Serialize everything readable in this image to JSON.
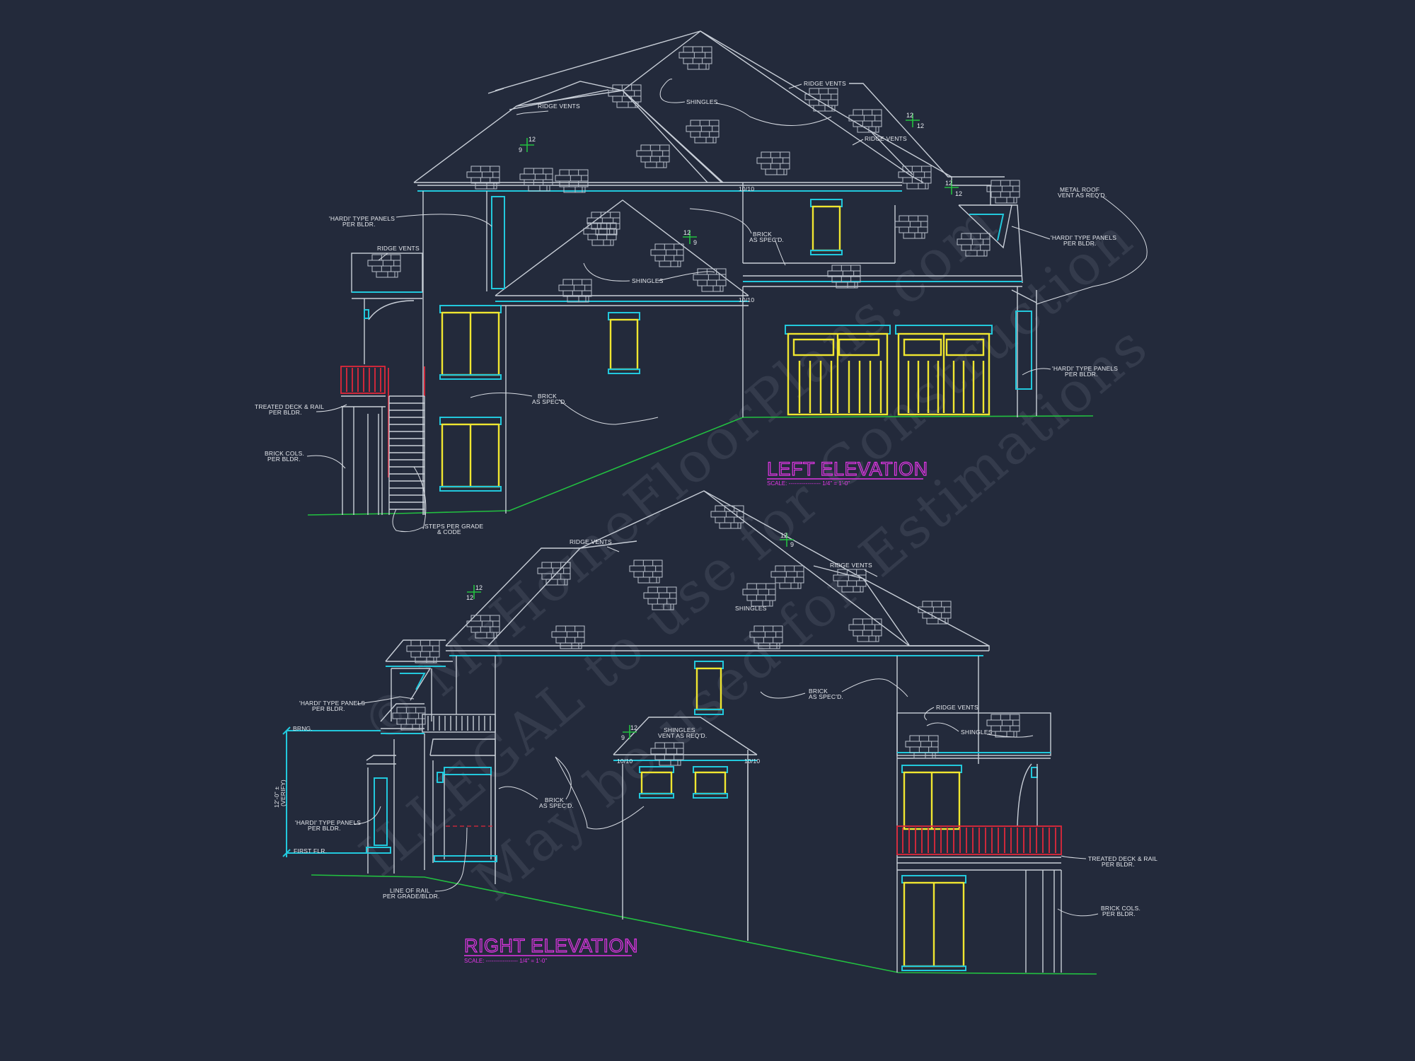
{
  "colors": {
    "background": "#232a3b",
    "linework": "#c9cfd8",
    "trim": "#22c8dc",
    "windows": "#f0e630",
    "rail": "#e0283a",
    "grade": "#22c040",
    "title": "#e236e6"
  },
  "left_elevation": {
    "title": "LEFT ELEVATION",
    "scale": "SCALE: ----------------- 1/4\" = 1'-0\"",
    "notes": {
      "ridge_vents_1": "RIDGE VENTS",
      "shingles_1": "SHINGLES",
      "ridge_vents_2": "RIDGE VENTS",
      "ridge_vents_3": "RIDGE VENTS",
      "metal_roof_1": "METAL ROOF",
      "metal_roof_2": "VENT AS REQ'D.",
      "hardi_1a": "'HARDI' TYPE PANELS",
      "hardi_1b": "PER BLDR.",
      "hardi_2a": "'HARDI' TYPE PANELS",
      "hardi_2b": "PER BLDR.",
      "hardi_3a": "'HARDI' TYPE PANELS",
      "hardi_3b": "PER BLDR.",
      "ridge_vents_4": "RIDGE VENTS",
      "brick_1a": "BRICK",
      "brick_1b": "AS SPEC'D.",
      "shingles_2": "SHINGLES",
      "brick_2a": "BRICK",
      "brick_2b": "AS SPEC'D.",
      "deck_a": "TREATED DECK & RAIL",
      "deck_b": "PER BLDR.",
      "cols_a": "BRICK COLS.",
      "cols_b": "PER BLDR.",
      "steps_a": "STEPS PER GRADE",
      "steps_b": "& CODE",
      "fascia_1": "10/10",
      "fascia_2": "10/10"
    },
    "pitches": [
      {
        "rise": "9",
        "run": "12"
      },
      {
        "rise": "12",
        "run": "12"
      },
      {
        "rise": "12",
        "run": "12"
      },
      {
        "rise": "9",
        "run": "12"
      }
    ]
  },
  "right_elevation": {
    "title": "RIGHT ELEVATION",
    "scale": "SCALE: ----------------- 1/4\" = 1'-0\"",
    "notes": {
      "ridge_vents_1": "RIDGE VENTS",
      "ridge_vents_2": "RIDGE VENTS",
      "shingles_1": "SHINGLES",
      "hardi_1a": "'HARDI' TYPE PANELS",
      "hardi_1b": "PER BLDR.",
      "brng": "BRNG.",
      "dim_a": "12'-0\" ±",
      "dim_b": "(VERIFY)",
      "hardi_2a": "'HARDI' TYPE PANELS",
      "hardi_2b": "PER BLDR.",
      "first_flr": "FIRST FLR.",
      "shingles_2a": "SHINGLES",
      "shingles_2b": "VENT AS REQ'D.",
      "brick_1a": "BRICK",
      "brick_1b": "AS SPEC'D.",
      "brick_2a": "BRICK",
      "brick_2b": "AS SPEC'D.",
      "ridge_vents_3": "RIDGE VENTS",
      "shingles_3": "SHINGLES",
      "rail_a": "LINE OF RAIL",
      "rail_b": "PER GRADE/BLDR.",
      "deck_a": "TREATED DECK & RAIL",
      "deck_b": "PER BLDR.",
      "cols_a": "BRICK COLS.",
      "cols_b": "PER BLDR.",
      "fascia_1": "10/10",
      "fascia_2": "10/10"
    },
    "pitches": [
      {
        "rise": "12",
        "run": "12"
      },
      {
        "rise": "9",
        "run": "12"
      },
      {
        "rise": "9",
        "run": "12"
      }
    ]
  },
  "watermark": {
    "line1": "© MyHomeFloorPlans.com",
    "line2": "ILLEGAL to use for Construction",
    "line3": "May be used for Estimations"
  }
}
